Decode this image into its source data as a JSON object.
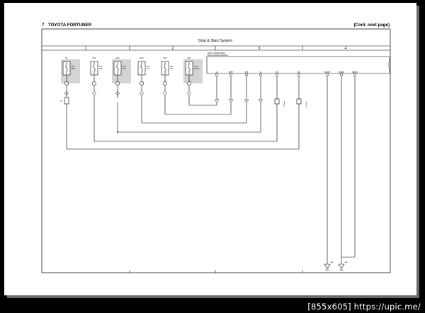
{
  "page": {
    "section": "7",
    "model": "TOYOTA FORTUNER",
    "continuation": "(Cont.  next page)",
    "system_title": "Stop & Start System"
  },
  "columns": [
    "1",
    "2",
    "3",
    "4"
  ],
  "fuses": [
    {
      "code": "B1",
      "lines": [
        "20A",
        "AM2"
      ]
    },
    {
      "code": "H(2)",
      "lines": [
        "10A",
        "ECU"
      ]
    },
    {
      "code": "W(1)",
      "lines": [
        "10A",
        "STR"
      ]
    },
    {
      "code": "W(1)",
      "lines": [
        "10A",
        "IG1"
      ]
    },
    {
      "code": "W(1)",
      "lines": [
        "10A",
        "IG2"
      ]
    },
    {
      "code": "B(1)",
      "lines": [
        "7.5A",
        "ECU-B"
      ]
    }
  ],
  "ecu": {
    "label_lines": [
      "E51(A), E51(B), E52(C)",
      "Engine Stop and Start ECU"
    ],
    "pins": [
      "+B",
      "BATT",
      "STA",
      "IG",
      "ACC",
      "SIG",
      "SGND1",
      "SGND2",
      "SGND3"
    ]
  },
  "splices": {
    "left": "J5",
    "relays": [
      "ST Relay",
      "IG Relay"
    ]
  },
  "grounds": [
    "EA",
    "EA",
    "EA"
  ],
  "watermark": "[855x605] https://upic.me/"
}
